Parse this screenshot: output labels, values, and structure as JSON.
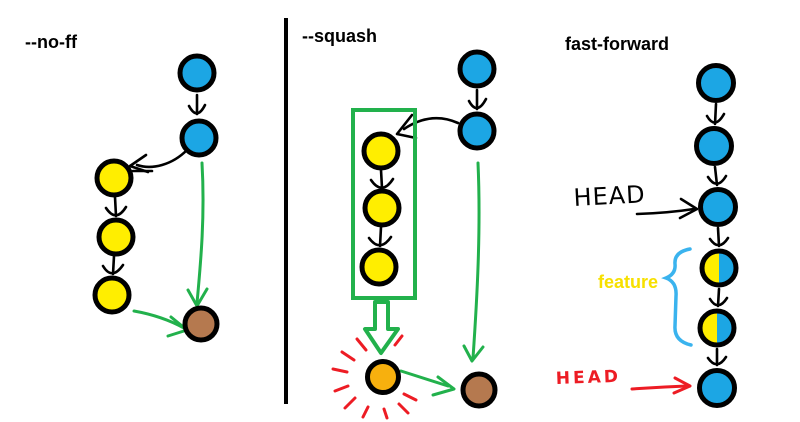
{
  "colors": {
    "background": "#ffffff",
    "main_branch_blue": "#1ca6e4",
    "feature_branch_yellow": "#ffee00",
    "merge_commit_brown": "#b5794f",
    "squashed_commit_orange": "#f7b00e",
    "merge_arrow_green": "#22b14c",
    "highlight_red": "#ed1c24",
    "brace_light_blue": "#3ab3ee",
    "ink_black": "#000000"
  },
  "panels": [
    {
      "title": "--no-ff",
      "nodes": [
        {
          "name": "main-commit-1",
          "color": "blue"
        },
        {
          "name": "main-commit-2",
          "color": "blue"
        },
        {
          "name": "feature-commit-1",
          "color": "yellow"
        },
        {
          "name": "feature-commit-2",
          "color": "yellow"
        },
        {
          "name": "feature-commit-3",
          "color": "yellow"
        },
        {
          "name": "merge-commit",
          "color": "brown"
        }
      ],
      "edges": [
        {
          "from": "main-commit-1",
          "to": "main-commit-2",
          "color": "black"
        },
        {
          "from": "main-commit-2",
          "to": "feature-commit-1",
          "color": "black"
        },
        {
          "from": "feature-commit-1",
          "to": "feature-commit-2",
          "color": "black"
        },
        {
          "from": "feature-commit-2",
          "to": "feature-commit-3",
          "color": "black"
        },
        {
          "from": "main-commit-2",
          "to": "merge-commit",
          "color": "green"
        },
        {
          "from": "feature-commit-3",
          "to": "merge-commit",
          "color": "green"
        }
      ]
    },
    {
      "title": "--squash",
      "nodes": [
        {
          "name": "main-commit-1",
          "color": "blue"
        },
        {
          "name": "main-commit-2",
          "color": "blue"
        },
        {
          "name": "feature-commit-1",
          "color": "yellow"
        },
        {
          "name": "feature-commit-2",
          "color": "yellow"
        },
        {
          "name": "feature-commit-3",
          "color": "yellow"
        },
        {
          "name": "squashed-commit",
          "color": "orange",
          "decoration": "red-burst-rays"
        },
        {
          "name": "merge-commit",
          "color": "brown"
        }
      ],
      "highlight_box": {
        "color": "green",
        "contains": [
          "feature-commit-1",
          "feature-commit-2",
          "feature-commit-3"
        ]
      },
      "edges": [
        {
          "from": "main-commit-1",
          "to": "main-commit-2",
          "color": "black"
        },
        {
          "from": "main-commit-2",
          "to": "feature-commit-1",
          "color": "black"
        },
        {
          "from": "feature-commit-1",
          "to": "feature-commit-2",
          "color": "black"
        },
        {
          "from": "feature-commit-2",
          "to": "feature-commit-3",
          "color": "black"
        },
        {
          "from": "highlight-box",
          "to": "squashed-commit",
          "color": "green",
          "style": "block-arrow"
        },
        {
          "from": "squashed-commit",
          "to": "merge-commit",
          "color": "green"
        },
        {
          "from": "main-commit-2",
          "to": "merge-commit",
          "color": "green"
        }
      ]
    },
    {
      "title": "fast-forward",
      "labels": {
        "head_before": "HEAD",
        "feature": "feature",
        "head_after": "HEAD"
      },
      "nodes": [
        {
          "name": "commit-1",
          "color": "blue"
        },
        {
          "name": "commit-2",
          "color": "blue"
        },
        {
          "name": "commit-3",
          "color": "blue",
          "annotation": "head_before"
        },
        {
          "name": "commit-4",
          "color": "half-yellow-half-blue",
          "annotation": "feature"
        },
        {
          "name": "commit-5",
          "color": "half-yellow-half-blue",
          "annotation": "feature"
        },
        {
          "name": "commit-6",
          "color": "blue",
          "annotation": "head_after"
        }
      ],
      "edges": [
        {
          "from": "commit-1",
          "to": "commit-2",
          "color": "black"
        },
        {
          "from": "commit-2",
          "to": "commit-3",
          "color": "black"
        },
        {
          "from": "commit-3",
          "to": "commit-4",
          "color": "black"
        },
        {
          "from": "commit-4",
          "to": "commit-5",
          "color": "black"
        },
        {
          "from": "commit-5",
          "to": "commit-6",
          "color": "black"
        }
      ]
    }
  ]
}
